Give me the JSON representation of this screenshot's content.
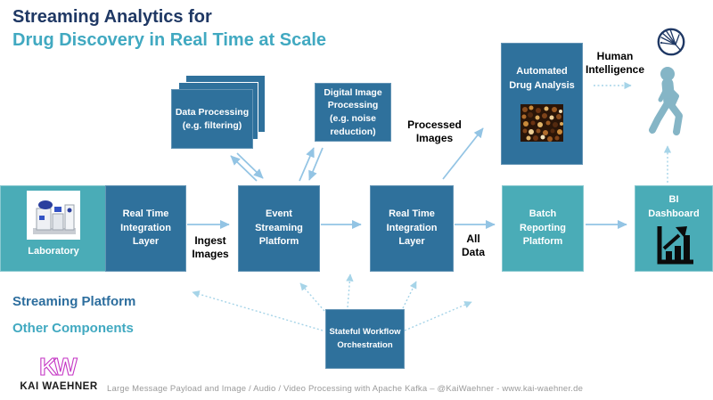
{
  "title": {
    "line1": "Streaming Analytics for",
    "line2": "Drug Discovery in Real Time at Scale"
  },
  "boxes": {
    "laboratory": {
      "label": "Laboratory",
      "type": "other-component"
    },
    "rtil1": {
      "label": "Real Time\nIntegration\nLayer",
      "type": "streaming-platform"
    },
    "esp": {
      "label": "Event\nStreaming\nPlatform",
      "type": "streaming-platform"
    },
    "rtil2": {
      "label": "Real Time\nIntegration\nLayer",
      "type": "streaming-platform"
    },
    "brp": {
      "label": "Batch\nReporting\nPlatform",
      "type": "other-component"
    },
    "bi": {
      "label": "BI\nDashboard",
      "type": "other-component"
    },
    "data_processing": {
      "label": "Data Processing\n(e.g. filtering)",
      "type": "streaming-platform"
    },
    "digital_image": {
      "label": "Digital Image\nProcessing\n(e.g. noise\nreduction)",
      "type": "streaming-platform"
    },
    "drug_analysis": {
      "label": "Automated\nDrug Analysis",
      "type": "streaming-platform"
    },
    "workflow": {
      "label": "Stateful Workflow\nOrchestration",
      "type": "streaming-platform"
    }
  },
  "flow_labels": {
    "ingest": "Ingest\nImages",
    "all_data": "All\nData",
    "processed": "Processed\nImages",
    "human": "Human\nIntelligence"
  },
  "legend": {
    "streaming": "Streaming Platform",
    "other": "Other Components"
  },
  "footer": {
    "logo_initials": "KW",
    "logo_name": "KAI WAEHNER",
    "caption": "Large Message Payload and Image / Audio / Video Processing with Apache Kafka – @KaiWaehner - www.kai-waehner.de"
  },
  "icons": {
    "neuron": "neural-network-circle-icon",
    "person": "walking-person-icon",
    "chart": "bar-chart-growth-icon",
    "laboratory": "laboratory-machine-image",
    "drugs": "drug-pills-microscopy-image"
  },
  "colors": {
    "navy": "#1F3864",
    "teal": "#41A9C1",
    "box_dark": "#2F719C",
    "box_teal": "#4AACB7",
    "legend_blue": "#2D6E9E",
    "arrow": "#93C4E4",
    "arrow_dotted": "#A6D4E8",
    "person": "#85B5C6",
    "magenta": "#C435C4"
  }
}
